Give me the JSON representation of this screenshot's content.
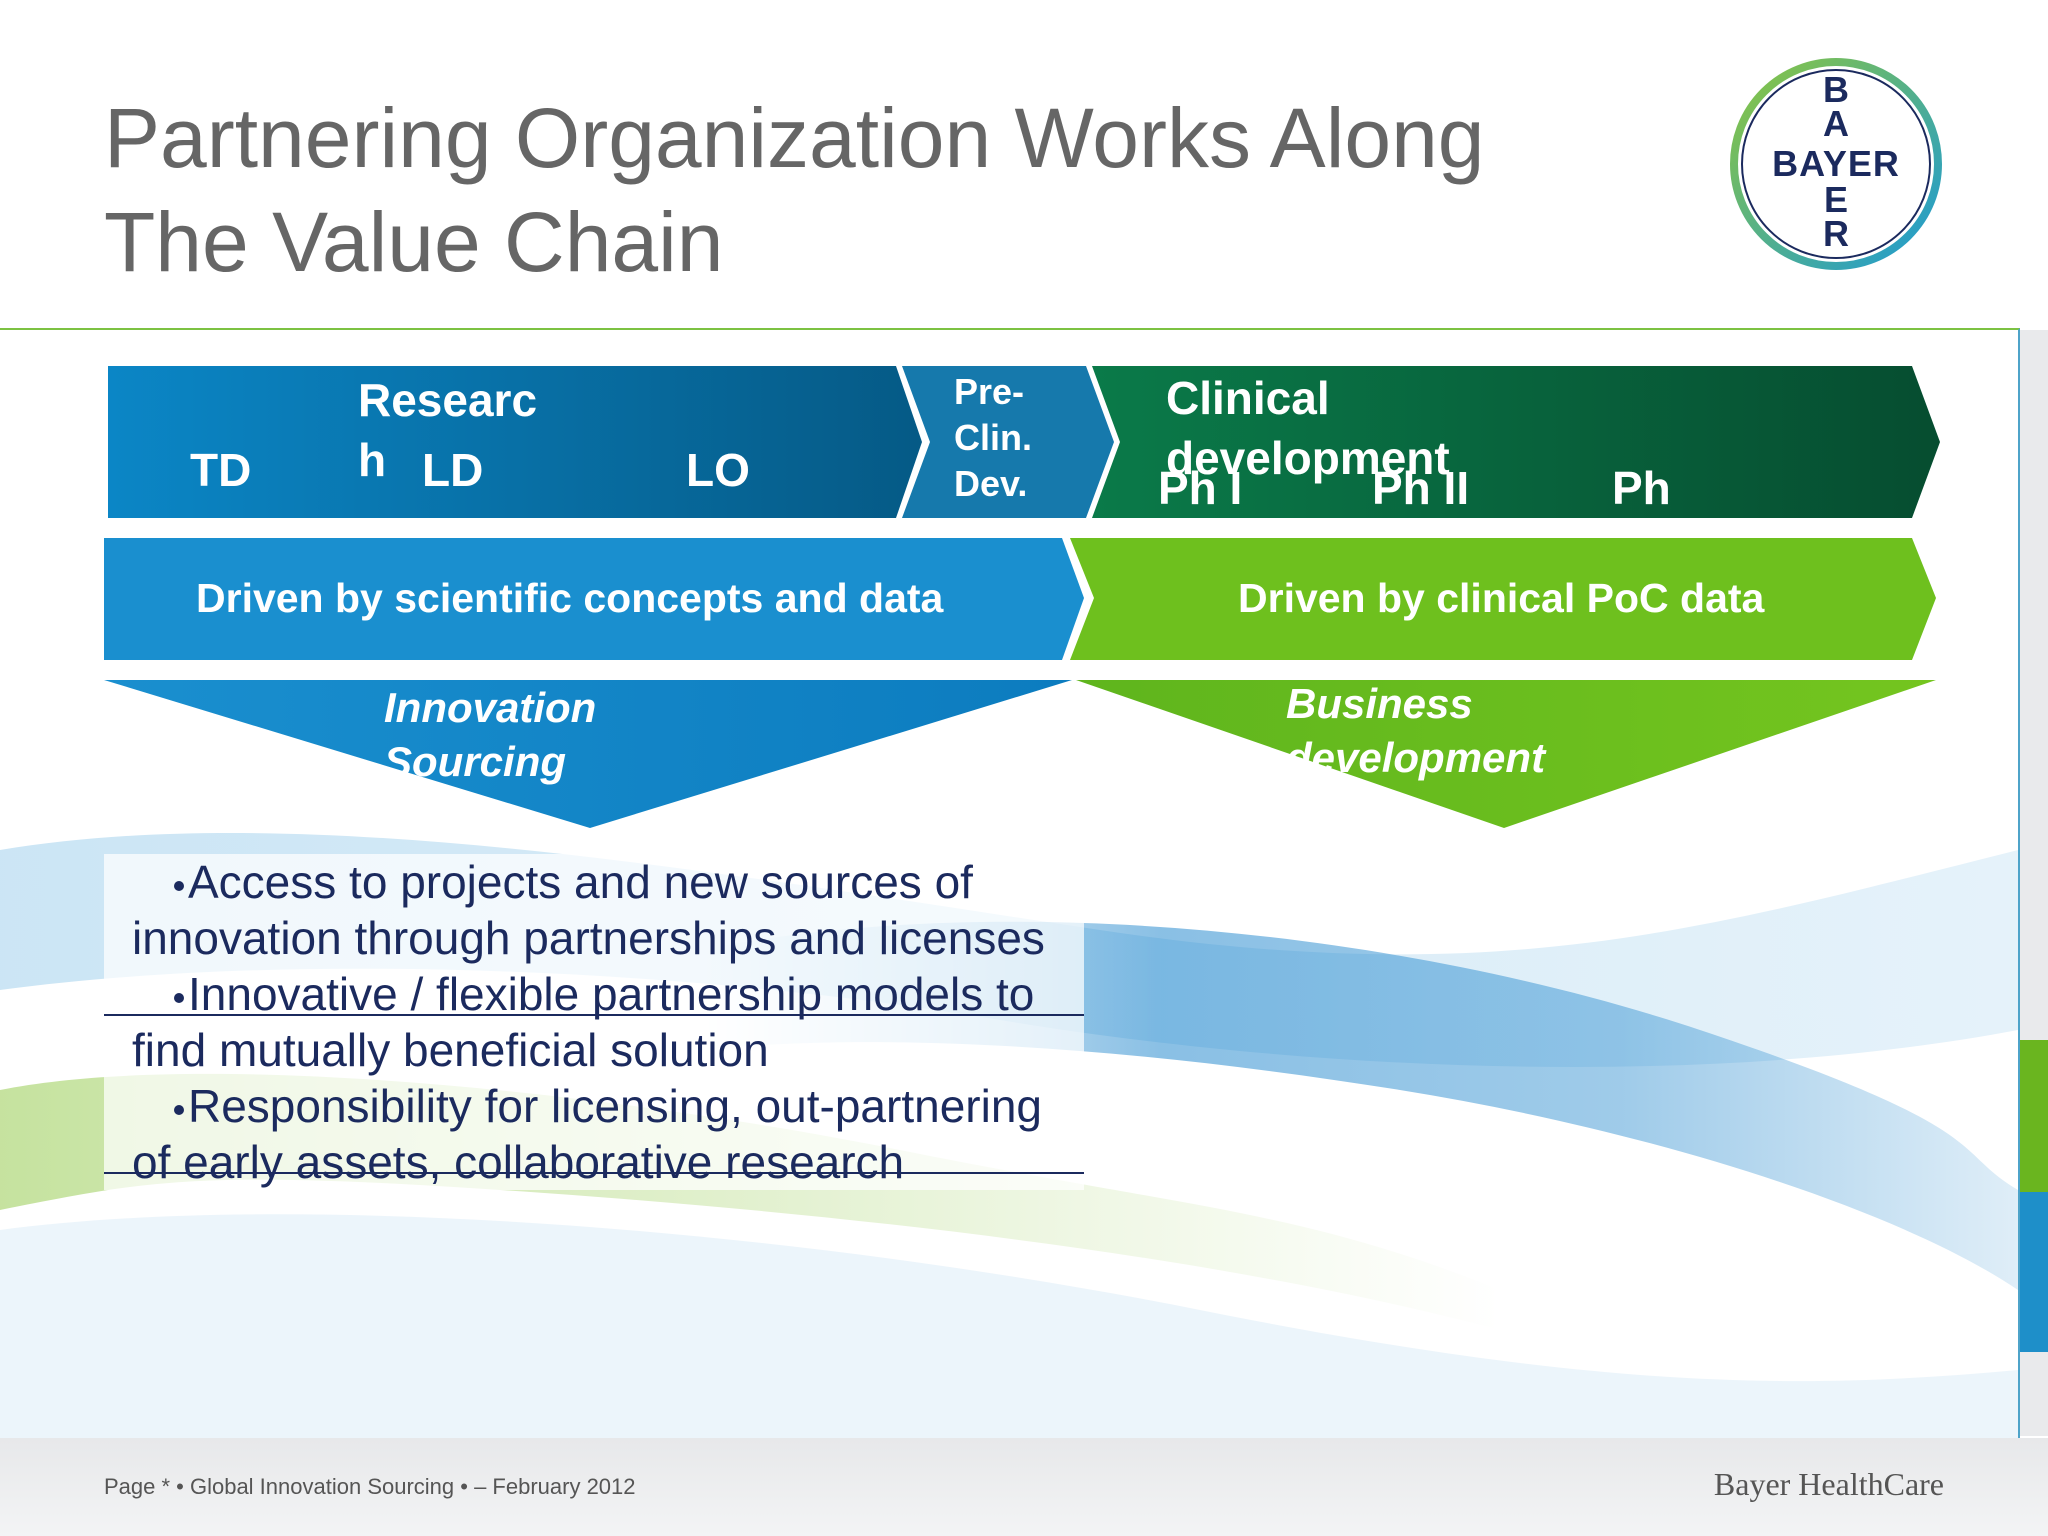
{
  "title": {
    "line1": "Partnering Organization Works Along",
    "line2": "The Value Chain"
  },
  "logo": {
    "vertical": [
      "B",
      "A",
      "Y",
      "E",
      "R"
    ],
    "horizontal": "BAYER",
    "icon": "bayer-cross-icon"
  },
  "value_chain": {
    "research": {
      "title_line1": "Researc",
      "title_line2": "h",
      "stages": [
        "TD",
        "LD",
        "LO"
      ]
    },
    "preclinical": {
      "lines": [
        "Pre-",
        "Clin.",
        "Dev."
      ]
    },
    "clinical": {
      "title_line1": "Clinical",
      "title_line2": "development",
      "stages": [
        "Ph I",
        "Ph II",
        "Ph"
      ]
    }
  },
  "drivers": {
    "left": "Driven by scientific concepts and data",
    "right": "Driven by clinical PoC data"
  },
  "funnels": {
    "left": {
      "line1": "Innovation",
      "line2": "Sourcing"
    },
    "right": {
      "line1": "Business",
      "line2": "development"
    }
  },
  "bullets": [
    "Access to projects and new sources of innovation through partnerships and licenses",
    "Innovative / flexible partnership models to find mutually beneficial solution",
    "Responsibility for licensing, out-partnering of early assets, collaborative research"
  ],
  "footer": {
    "left": "Page * • Global Innovation Sourcing • – February 2012",
    "brand": "Bayer HealthCare"
  },
  "colors": {
    "research_blue": "#0a78b8",
    "clinical_green": "#0a6b3e",
    "driver_blue": "#1a8fcf",
    "driver_green": "#6ec01e",
    "text_navy": "#1b2a5e",
    "title_grey": "#666666"
  }
}
